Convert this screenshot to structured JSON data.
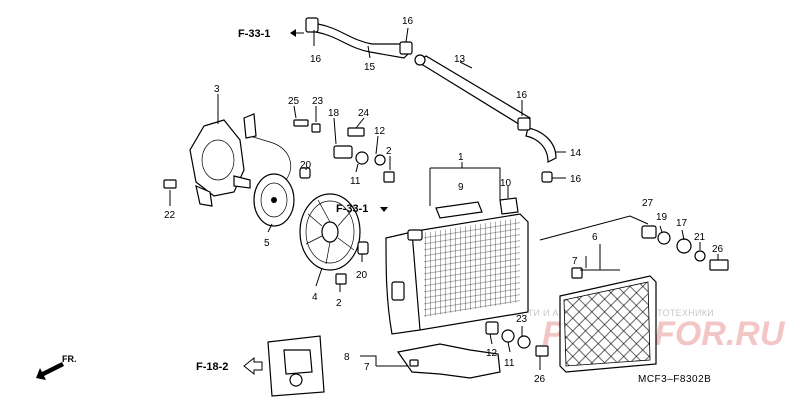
{
  "diagram": {
    "code": "MCF3–F8302B",
    "watermark_text": "ЗАПЧАСТИ И АКСЕССУАРЫ ДЛЯ МОТОТЕХНИКИ",
    "watermark_logo": "PARTSFOR.RU",
    "direction_label": "FR.",
    "references": {
      "f33_top": "F-33-1",
      "f33_mid": "F-33-1",
      "f18": "F-18-2"
    },
    "callouts": {
      "c1": "1",
      "c2a": "2",
      "c2b": "2",
      "c3": "3",
      "c4": "4",
      "c5": "5",
      "c6": "6",
      "c7a": "7",
      "c7b": "7",
      "c8": "8",
      "c9": "9",
      "c10": "10",
      "c11a": "11",
      "c11b": "11",
      "c12a": "12",
      "c12b": "12",
      "c13": "13",
      "c14": "14",
      "c15": "15",
      "c16a": "16",
      "c16b": "16",
      "c16c": "16",
      "c16d": "16",
      "c17": "17",
      "c18": "18",
      "c19": "19",
      "c20a": "20",
      "c20b": "20",
      "c21": "21",
      "c22": "22",
      "c23a": "23",
      "c23b": "23",
      "c24": "24",
      "c25": "25",
      "c26a": "26",
      "c26b": "26",
      "c27": "27"
    }
  }
}
